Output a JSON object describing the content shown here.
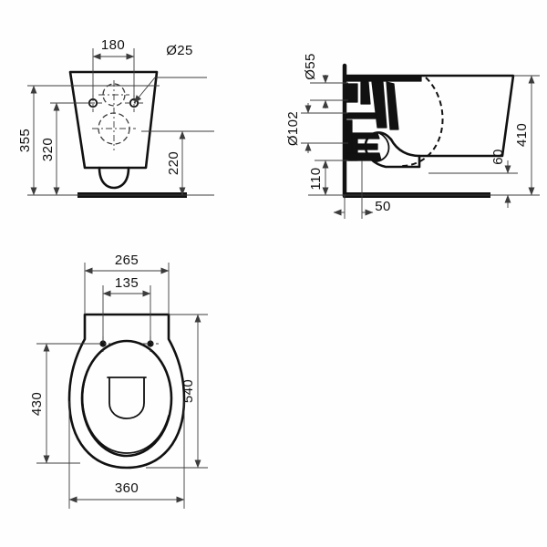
{
  "drawing": {
    "title": "Wall-hung WC pan technical dimension drawing",
    "units": "mm",
    "background_color": "#fefefe",
    "line_color": "#111111",
    "dimension_color": "#3c3c3c"
  },
  "views": {
    "front": {
      "name": "Front elevation",
      "dimensions": {
        "fixing_centres_width": "180",
        "fixing_hole_diameter": "Ø25",
        "overall_height": "355",
        "height_to_fixing": "320",
        "height_to_pan_base": "220"
      }
    },
    "side": {
      "name": "Side section elevation",
      "dimensions": {
        "flush_inlet_diameter": "Ø55",
        "outlet_diameter": "Ø102",
        "outlet_centre_height": "110",
        "wall_bracket_depth": "50",
        "overall_height": "410",
        "base_clearance": "60"
      }
    },
    "plan": {
      "name": "Plan view with seat",
      "dimensions": {
        "overall_width": "265",
        "fixing_centres": "135",
        "seat_width": "360",
        "bowl_length": "430",
        "overall_length": "540"
      }
    }
  },
  "labels": {
    "f_180": "180",
    "f_d25": "Ø25",
    "f_355": "355",
    "f_320": "320",
    "f_220": "220",
    "s_d55": "Ø55",
    "s_d102": "Ø102",
    "s_110": "110",
    "s_50": "50",
    "s_410": "410",
    "s_60": "60",
    "p_265": "265",
    "p_135": "135",
    "p_360": "360",
    "p_430": "430",
    "p_540": "540"
  }
}
